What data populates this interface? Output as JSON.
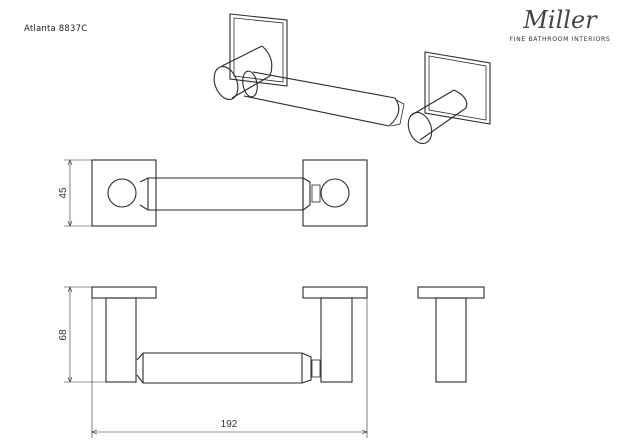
{
  "product_code": "Atlanta 8837C",
  "brand": {
    "name": "Miller",
    "tagline": "FINE BATHROOM INTERIORS"
  },
  "dimensions": {
    "plate_height": "45",
    "projection": "68",
    "overall_width": "192"
  }
}
